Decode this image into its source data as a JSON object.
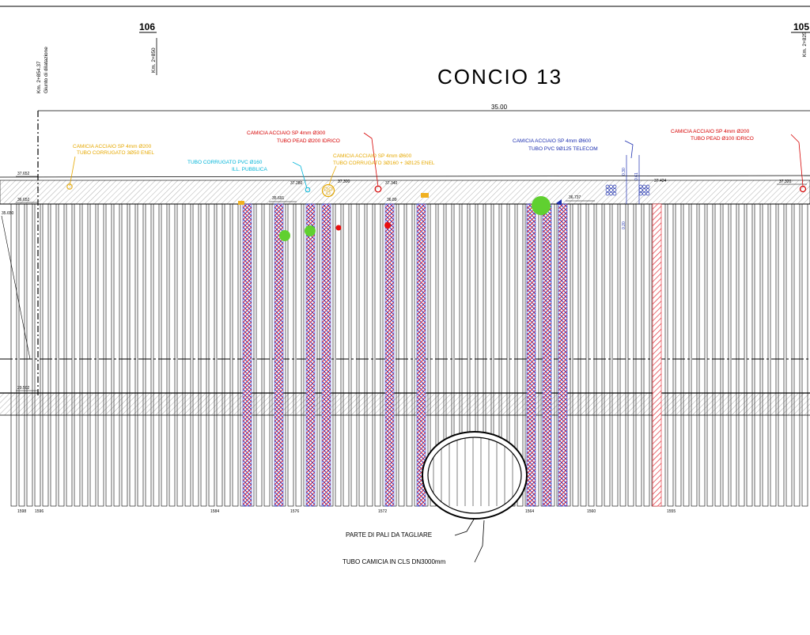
{
  "title": "CONCIO 13",
  "stations": {
    "left": "106",
    "right": "105"
  },
  "km_labels": {
    "left": "Km. 2+850",
    "joint_km": "Km. 2+854.37",
    "joint_text": "Giunto di dilatazione",
    "right": "Km. 2+825"
  },
  "dimension_total": "35.00",
  "elevations": {
    "top_left": "37.652",
    "mid_left": "36.652",
    "pile_top_left": "35.650",
    "bottom_left": "29.502",
    "e1": "37.280",
    "e2": "37.300",
    "e3": "37.340",
    "e4": "35.691",
    "e5": "36.89",
    "e6": "36.737",
    "e7": "37.424",
    "e8": "37.320"
  },
  "dimensions_blue": {
    "d1": "0.30",
    "d2": "0.61",
    "d3": "0.20"
  },
  "utilities": {
    "u1": {
      "line1": "CAMICIA ACCIAIO SP 4mm Ø200",
      "line2": "TUBO CORRUGATO 3Ø50 ENEL",
      "color": "#e6a800"
    },
    "u2": {
      "line1": "TUBO CORRUGATO PVC Ø160",
      "line2": "ILL. PUBBLICA",
      "color": "#00b4d8"
    },
    "u3": {
      "line1": "CAMICIA ACCIAIO SP 4mm Ø300",
      "line2": "TUBO PEAD Ø200 IDRICO",
      "color": "#d60000"
    },
    "u4": {
      "line1": "CAMICIA ACCIAIO SP 4mm Ø600",
      "line2": "TUBO CORRUGATO 3Ø160 + 3Ø125 ENEL",
      "color": "#e6a800"
    },
    "u5": {
      "line1": "CAMICIA ACCIAIO SP 4mm Ø600",
      "line2": "TUBO PVC 9Ø125 TELECOM",
      "color": "#1c2fb0"
    },
    "u6": {
      "line1": "CAMICIA ACCIAIO SP 4mm Ø200",
      "line2": "TUBO PEAD Ø100 IDRICO",
      "color": "#d60000"
    }
  },
  "pile_numbers": [
    "1598",
    "1596",
    "1584",
    "1576",
    "1572",
    "1564",
    "1560",
    "1555"
  ],
  "annotations": {
    "cut_piles": "PARTE DI PALI DA TAGLIARE",
    "casing_tube": "TUBO CAMICIA IN CLS DN3000mm"
  },
  "colors": {
    "hatch_red": "#e0202a",
    "hatch_blue": "#2436c8",
    "ink": "#000000"
  }
}
